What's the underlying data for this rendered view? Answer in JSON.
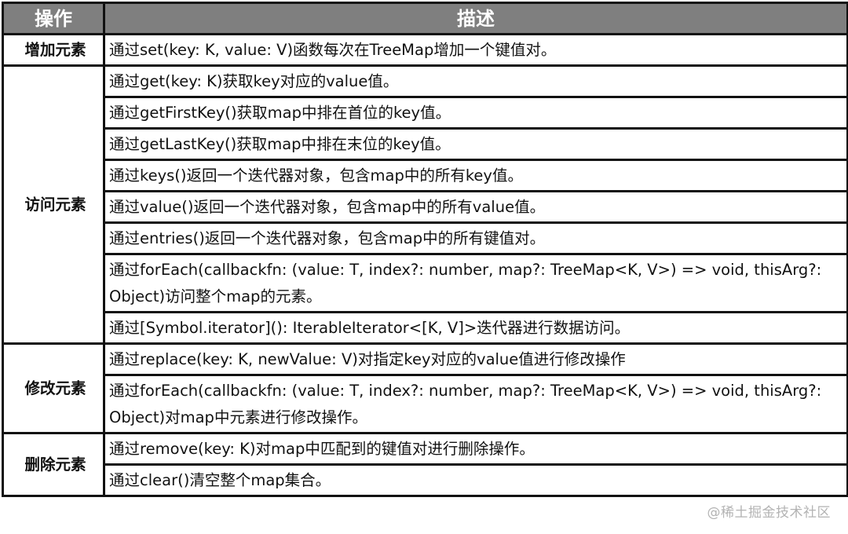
{
  "table": {
    "headers": {
      "operation": "操作",
      "description": "描述"
    },
    "groups": [
      {
        "operation": "增加元素",
        "rows": [
          "通过set(key: K, value: V)函数每次在TreeMap增加一个键值对。"
        ]
      },
      {
        "operation": "访问元素",
        "rows": [
          "通过get(key: K)获取key对应的value值。",
          "通过getFirstKey()获取map中排在首位的key值。",
          "通过getLastKey()获取map中排在末位的key值。",
          "通过keys()返回一个迭代器对象，包含map中的所有key值。",
          "通过value()返回一个迭代器对象，包含map中的所有value值。",
          "通过entries()返回一个迭代器对象，包含map中的所有键值对。",
          "通过forEach(callbackfn: (value: T, index?: number, map?: TreeMap<K, V>) => void, thisArg?: Object)访问整个map的元素。",
          "通过[Symbol.iterator](): IterableIterator<[K, V]>迭代器进行数据访问。"
        ]
      },
      {
        "operation": "修改元素",
        "rows": [
          "通过replace(key: K, newValue: V)对指定key对应的value值进行修改操作",
          "通过forEach(callbackfn: (value: T, index?: number, map?: TreeMap<K, V>) => void, thisArg?: Object)对map中元素进行修改操作。"
        ]
      },
      {
        "operation": "删除元素",
        "rows": [
          "通过remove(key: K)对map中匹配到的键值对进行删除操作。",
          "通过clear()清空整个map集合。"
        ]
      }
    ]
  },
  "watermark": "@稀土掘金技术社区",
  "colors": {
    "header_bg": "#7f7f7f",
    "header_text": "#ffffff",
    "border": "#111111",
    "watermark": "#b3b3b3"
  }
}
